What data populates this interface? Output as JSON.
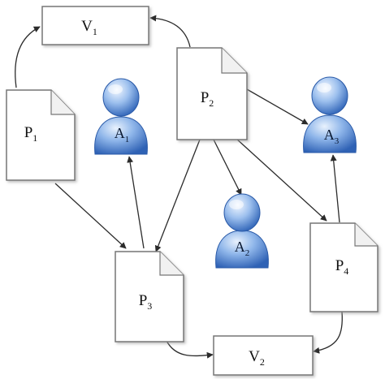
{
  "nodes": {
    "v1": {
      "label": "V",
      "sub": "1"
    },
    "v2": {
      "label": "V",
      "sub": "2"
    },
    "p1": {
      "label": "P",
      "sub": "1"
    },
    "p2": {
      "label": "P",
      "sub": "2"
    },
    "p3": {
      "label": "P",
      "sub": "3"
    },
    "p4": {
      "label": "P",
      "sub": "4"
    },
    "a1": {
      "label": "A",
      "sub": "1"
    },
    "a2": {
      "label": "A",
      "sub": "2"
    },
    "a3": {
      "label": "A",
      "sub": "3"
    }
  },
  "edges": [
    {
      "from": "p1",
      "to": "v1"
    },
    {
      "from": "p2",
      "to": "v1"
    },
    {
      "from": "p1",
      "to": "p3"
    },
    {
      "from": "p2",
      "to": "p3"
    },
    {
      "from": "p2",
      "to": "a2"
    },
    {
      "from": "p2",
      "to": "a3"
    },
    {
      "from": "p2",
      "to": "p4"
    },
    {
      "from": "p3",
      "to": "a1"
    },
    {
      "from": "p3",
      "to": "v2"
    },
    {
      "from": "p4",
      "to": "a3"
    },
    {
      "from": "p4",
      "to": "v2"
    }
  ],
  "colors": {
    "agent_light": "#c8dcf6",
    "agent_mid": "#6f9fde",
    "agent_dark": "#2f62b5",
    "line": "#2b2b2b",
    "doc_border": "#777777"
  }
}
